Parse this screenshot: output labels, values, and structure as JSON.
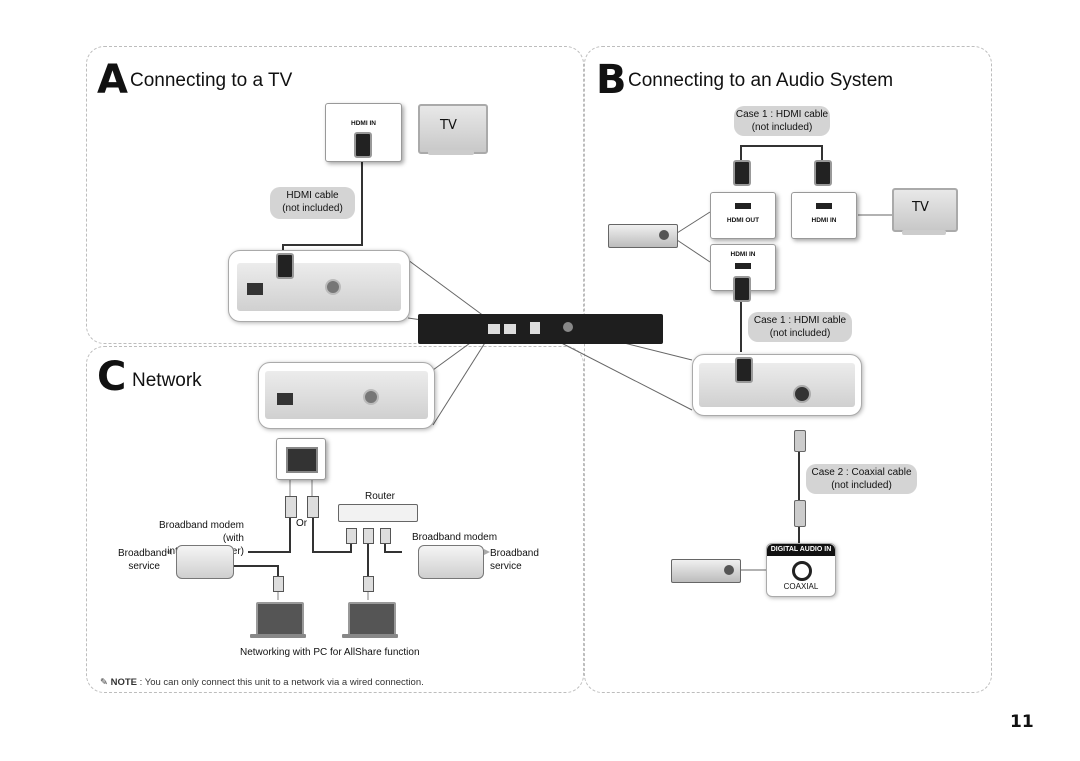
{
  "page_number": "11",
  "section_a": {
    "letter": "A",
    "title": "Connecting to a TV",
    "port_label": "HDMI IN",
    "tv_label": "TV",
    "cable_label_1": "HDMI cable",
    "cable_label_2": "(not included)"
  },
  "section_b": {
    "letter": "B",
    "title": "Connecting to an Audio System",
    "case1_top_1": "Case 1 : HDMI cable",
    "case1_top_2": "(not included)",
    "hdmi_out": "HDMI OUT",
    "hdmi_in_tv": "HDMI IN",
    "tv_label": "TV",
    "hdmi_in_receiver": "HDMI IN",
    "case1_mid_1": "Case 1 : HDMI cable",
    "case1_mid_2": "(not included)",
    "case2_1": "Case 2 : Coaxial cable",
    "case2_2": "(not included)",
    "digital_audio_in": "DIGITAL AUDIO IN",
    "coaxial": "COAXIAL"
  },
  "section_c": {
    "letter": "C",
    "title": "Network",
    "router": "Router",
    "or": "Or",
    "modem_router_1": "Broadband modem (with",
    "modem_router_2": "integrated router)",
    "broadband_modem": "Broadband modem",
    "service_left_1": "Broadband",
    "service_left_2": "service",
    "service_right_1": "Broadband",
    "service_right_2": "service",
    "pc_caption": "Networking with PC for AllShare function"
  },
  "note": {
    "prefix": "NOTE",
    "text": " : You can only connect this unit to a network via a wired connection."
  },
  "colors": {
    "pill": "#d4d4d4",
    "panel_border": "#bdbdbd",
    "player": "#1e1e1e"
  }
}
